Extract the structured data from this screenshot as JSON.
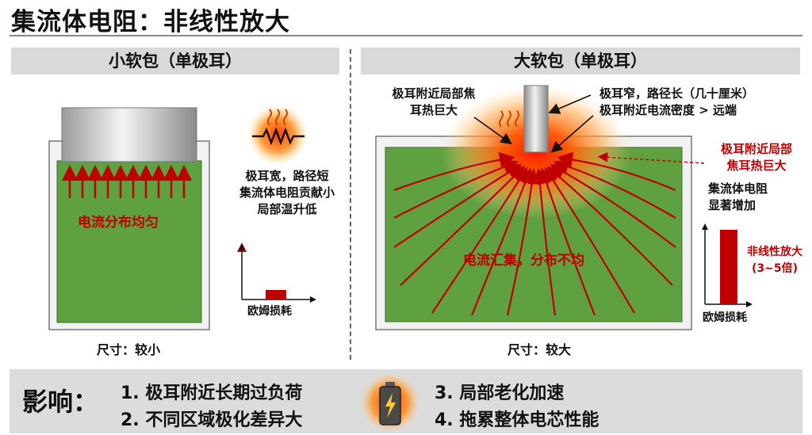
{
  "title": "集流体电阻：非线性放大",
  "left_panel": {
    "header": "小软包（单极耳）",
    "current_label": "电流分布均匀",
    "note_lines": [
      "极耳宽，路径短",
      "集流体电阻贡献小",
      "局部温升低"
    ],
    "bar_label": "欧姆损耗",
    "size_label": "尺寸：较小"
  },
  "right_panel": {
    "header": "大软包（单极耳）",
    "hot_note_lines": [
      "极耳附近局部焦",
      "耳热巨大"
    ],
    "tab_note_lines": [
      "极耳窄，路径长（几十厘米）",
      "极耳附近电流密度 > 远端"
    ],
    "red_note_lines": [
      "极耳附近局部",
      "焦耳热巨大"
    ],
    "resist_note_lines": [
      "集流体电阻",
      "显著增加"
    ],
    "current_label": "电流汇集，分布不均",
    "amp_note_lines": [
      "非线性放大",
      "(3~5倍)"
    ],
    "bar_label": "欧姆损耗",
    "size_label": "尺寸：较大"
  },
  "impact": {
    "label": "影响：",
    "items": [
      "1. 极耳附近长期过负荷",
      "2. 不同区域极化差异大",
      "3. 局部老化加速",
      "4. 拖累整体电芯性能"
    ]
  },
  "colors": {
    "cell_green": "#5fa040",
    "arrow_red": "#c00000",
    "header_gray": "#d9d9d9",
    "tab_silver": "#c8c8c8"
  }
}
